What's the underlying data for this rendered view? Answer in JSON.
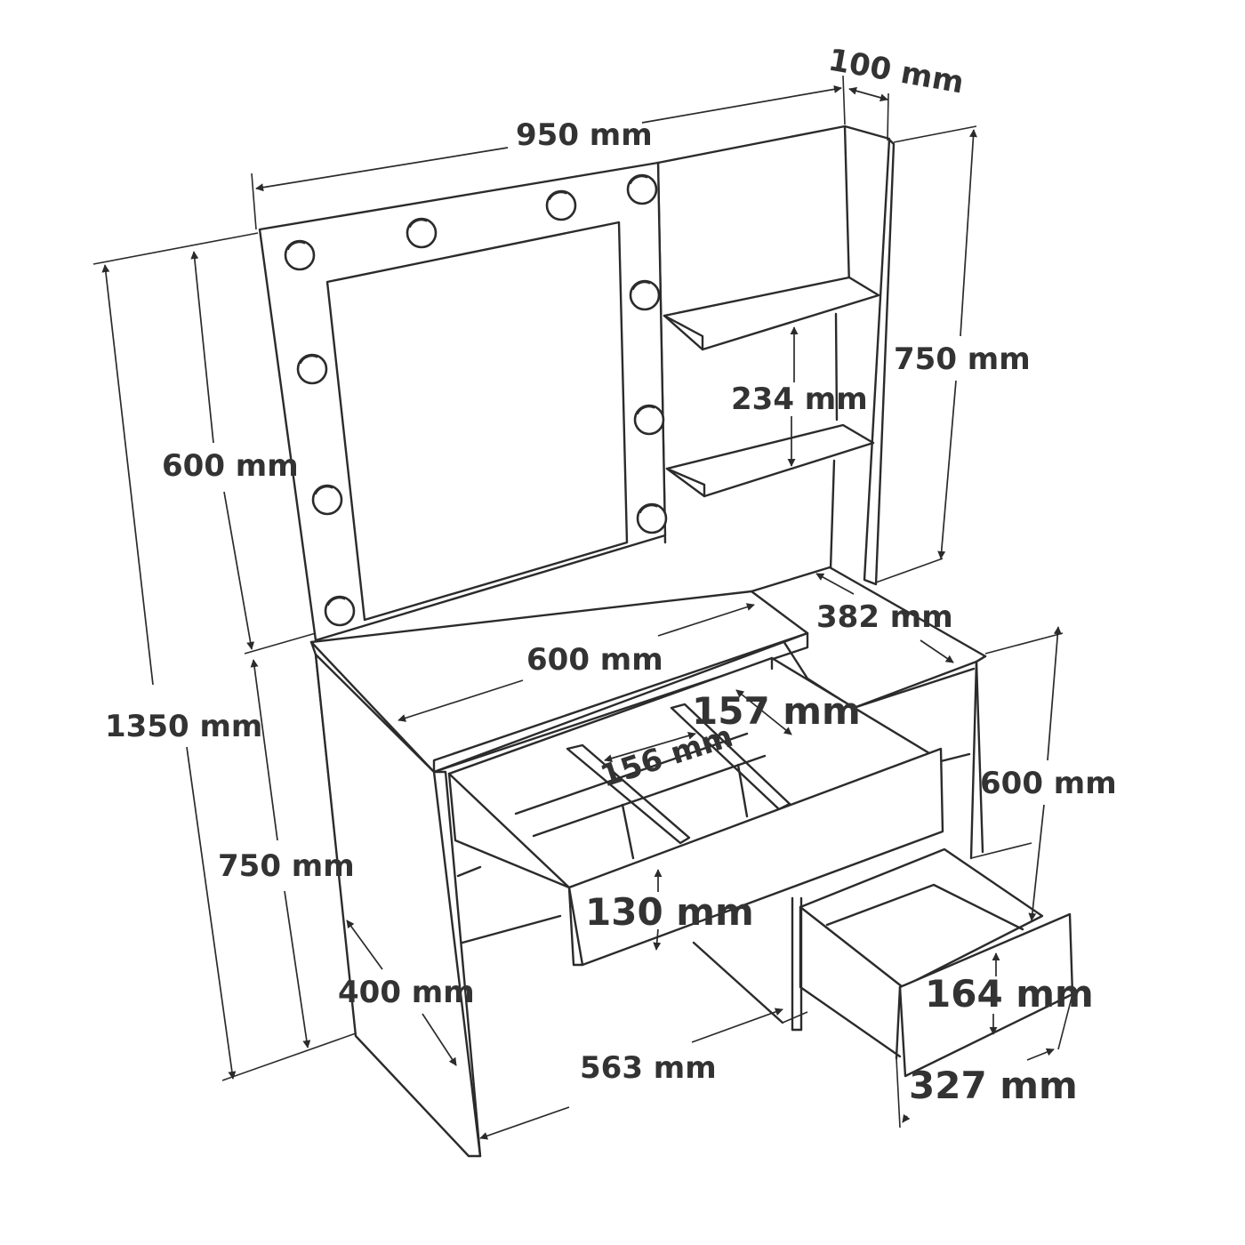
{
  "product": "dressing table with lighted mirror",
  "colors": {
    "line": "#2b2b2b",
    "label": "#333333",
    "background": "#ffffff"
  },
  "bulb_count": 10,
  "dimensions": {
    "total_width": "950 mm",
    "side_panel_depth": "100 mm",
    "total_height": "1350 mm",
    "mirror_frame_height": "600 mm",
    "shelf_unit_height": "750 mm",
    "shelf_spacing": "234 mm",
    "right_top_depth": "382 mm",
    "desk_top_width": "600 mm",
    "compartment_width_a": "157 mm",
    "compartment_width_b": "156 mm",
    "right_cabinet_height": "600 mm",
    "desk_height": "750 mm",
    "top_drawer_height": "130 mm",
    "desk_depth": "400 mm",
    "lower_drawer_height": "164 mm",
    "knee_space_width": "563 mm",
    "lower_drawer_width": "327 mm"
  }
}
